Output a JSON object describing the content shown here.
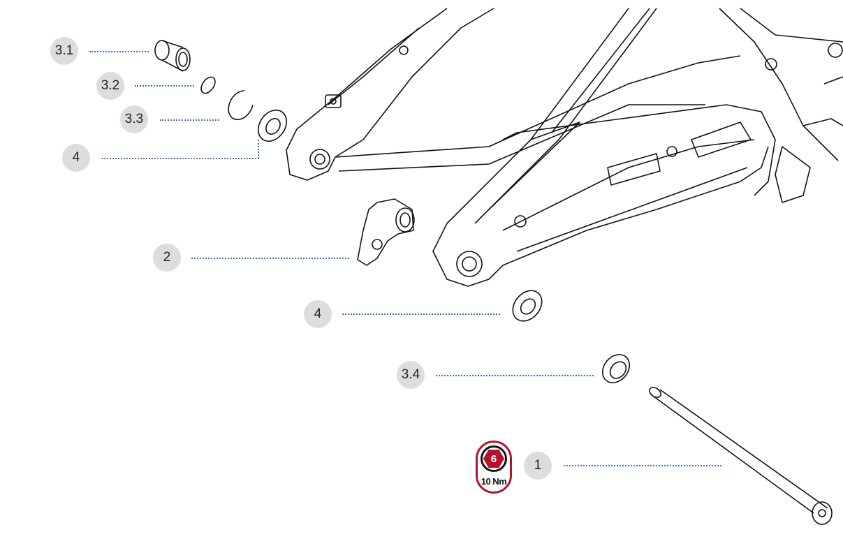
{
  "callouts": {
    "c31": "3.1",
    "c32": "3.2",
    "c33": "3.3",
    "c4a": "4",
    "c2": "2",
    "c4b": "4",
    "c34": "3.4",
    "c1": "1"
  },
  "torque": {
    "tool_size": "6",
    "value": "10 Nm"
  },
  "colors": {
    "leader": "#3a6fc4",
    "callout_bg": "#dedcdc",
    "torque_red": "#b5122e"
  }
}
